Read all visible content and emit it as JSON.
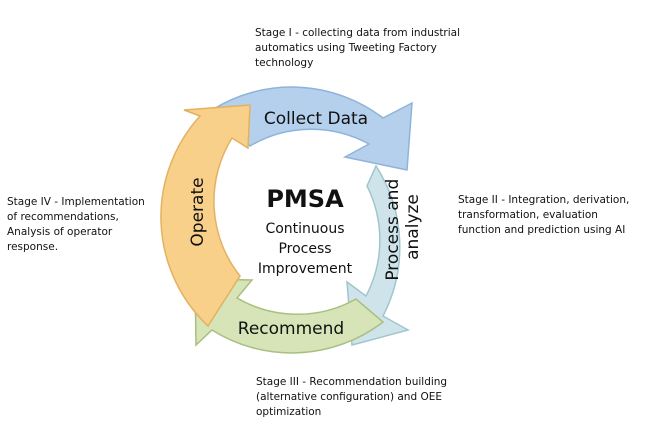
{
  "center": {
    "title": "PMSA",
    "subtitle_lines": [
      "Continuous",
      "Process",
      "Improvement"
    ]
  },
  "segments": [
    {
      "label": "Collect Data",
      "color": "#b4d0ec",
      "stroke": "#8fb3d9"
    },
    {
      "label": "Process and",
      "label2": "analyze",
      "color": "#cfe4ea",
      "stroke": "#9fc6cf"
    },
    {
      "label": "Recommend",
      "color": "#d6e4b7",
      "stroke": "#a9bf7f"
    },
    {
      "label": "Operate",
      "color": "#f8d08a",
      "stroke": "#e2b261"
    }
  ],
  "notes": {
    "stage1": [
      "Stage I - collecting data from industrial",
      "automatics using Tweeting Factory",
      "technology"
    ],
    "stage2": [
      "Stage II - Integration, derivation,",
      "transformation, evaluation",
      "function and prediction using AI"
    ],
    "stage3": [
      "Stage III - Recommendation building",
      "(alternative configuration) and OEE",
      "optimization"
    ],
    "stage4": [
      "Stage IV - Implementation",
      "of recommendations,",
      "Analysis of operator",
      "response."
    ]
  }
}
